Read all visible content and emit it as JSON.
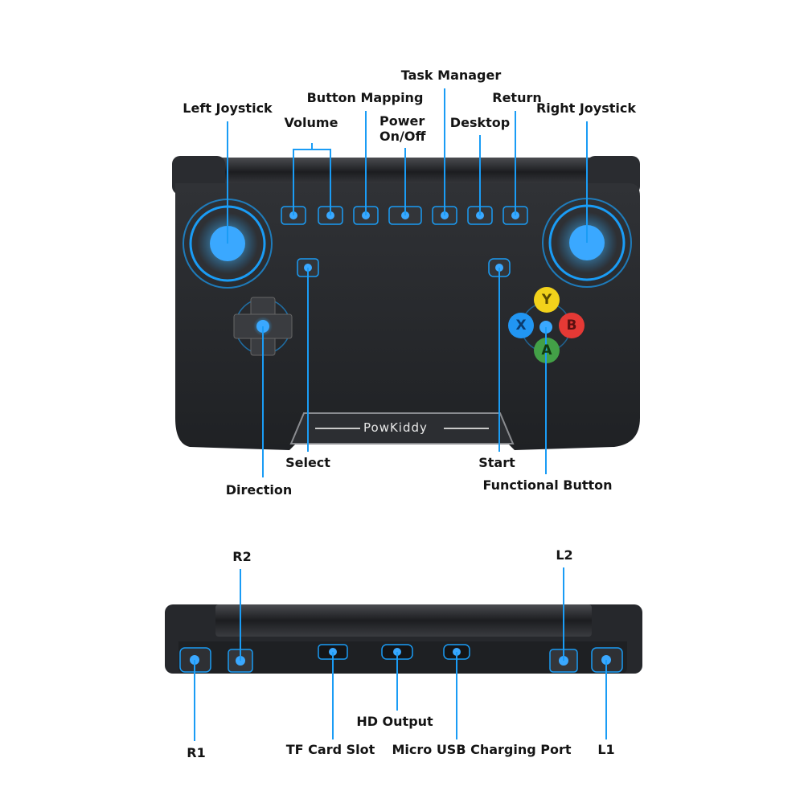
{
  "brand": "PowKiddy",
  "face_buttons": {
    "y": "Y",
    "x": "X",
    "b": "B",
    "a": "A"
  },
  "labels": {
    "left_joystick": "Left Joystick",
    "volume": "Volume",
    "button_mapping": "Button Mapping",
    "power": "Power\nOn/Off",
    "task_manager": "Task Manager",
    "desktop": "Desktop",
    "return": "Return",
    "right_joystick": "Right Joystick",
    "select": "Select",
    "start": "Start",
    "direction": "Direction",
    "functional_button": "Functional Button",
    "r2": "R2",
    "l2": "L2",
    "hd_output": "HD Output",
    "r1": "R1",
    "tf_card_slot": "TF Card Slot",
    "micro_usb": "Micro USB Charging Port",
    "l1": "L1"
  },
  "colors": {
    "accent": "#1a9cf5",
    "body": "#27292d",
    "button_y": "#f2d21b",
    "button_x": "#2196f3",
    "button_b": "#e53935",
    "button_a": "#43a047"
  }
}
